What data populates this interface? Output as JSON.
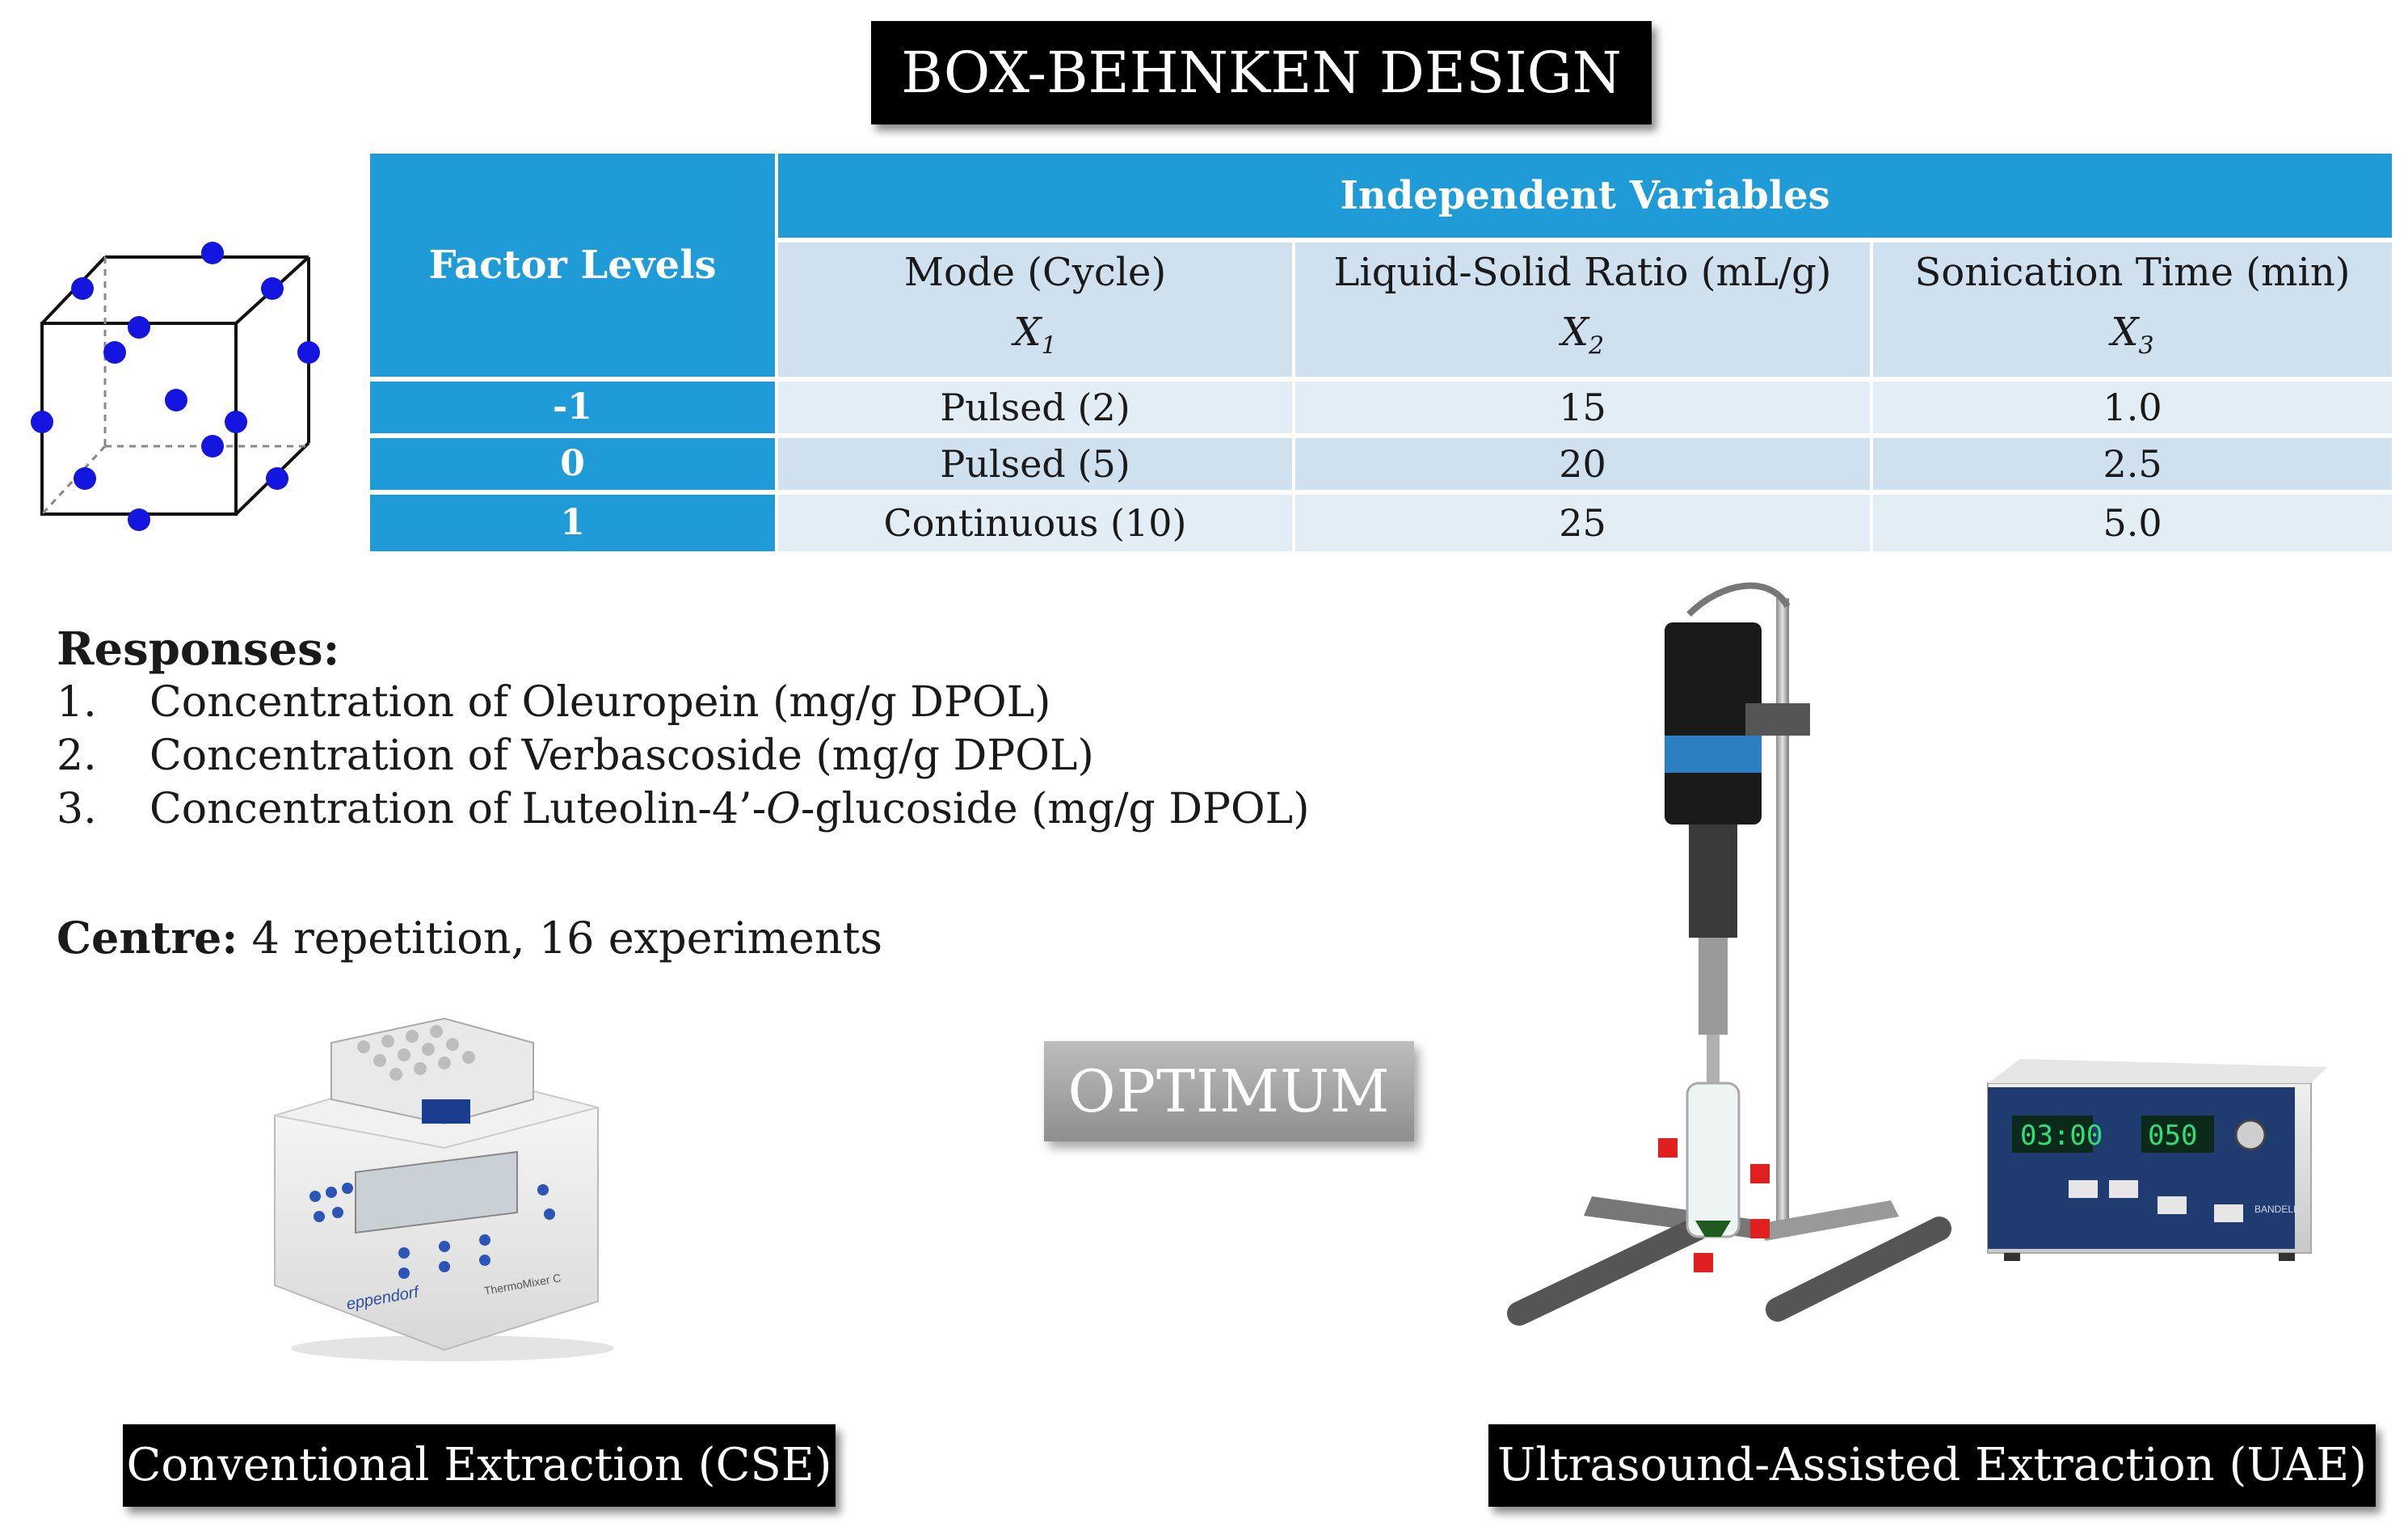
{
  "title": "BOX-BEHNKEN DESIGN",
  "table": {
    "factor_levels_header": "Factor Levels",
    "independent_variables_header": "Independent Variables",
    "columns": [
      {
        "name": "Mode (Cycle)",
        "symbol": "X",
        "sub": "1"
      },
      {
        "name": "Liquid-Solid  Ratio (mL/g)",
        "symbol": "X",
        "sub": "2"
      },
      {
        "name": "Sonication  Time (min)",
        "symbol": "X",
        "sub": "3"
      }
    ],
    "rows": [
      {
        "level": "-1",
        "values": [
          "Pulsed  (2)",
          "15",
          "1.0"
        ]
      },
      {
        "level": "0",
        "values": [
          "Pulsed  (5)",
          "20",
          "2.5"
        ]
      },
      {
        "level": "1",
        "values": [
          "Continuous  (10)",
          "25",
          "5.0"
        ]
      }
    ]
  },
  "responses": {
    "header": "Responses:",
    "items": [
      {
        "num": "1.",
        "text": "Concentration of Oleuropein  (mg/g DPOL)"
      },
      {
        "num": "2.",
        "text": "Concentration of Verbascoside (mg/g DPOL)"
      },
      {
        "num": "3.",
        "text_before": "Concentration of Luteolin-4’-",
        "text_italic": "O",
        "text_after": "-glucoside  (mg/g DPOL)"
      }
    ]
  },
  "centre": {
    "label": "Centre:",
    "text": " 4 repetition,  16 experiments"
  },
  "optimum": "OPTIMUM",
  "cse_label": "Conventional Extraction (CSE)",
  "uae_label": "Ultrasound-Assisted Extraction (UAE)",
  "device_text": {
    "brand": "eppendorf",
    "model": "ThermoMixer C",
    "display_time": "03:00",
    "display_power": "050",
    "maker": "BANDELIN"
  },
  "colors": {
    "header_blue": "#1f9bd7",
    "cell_light": "#cfe0ef",
    "cube_dots": "#1515e0"
  }
}
